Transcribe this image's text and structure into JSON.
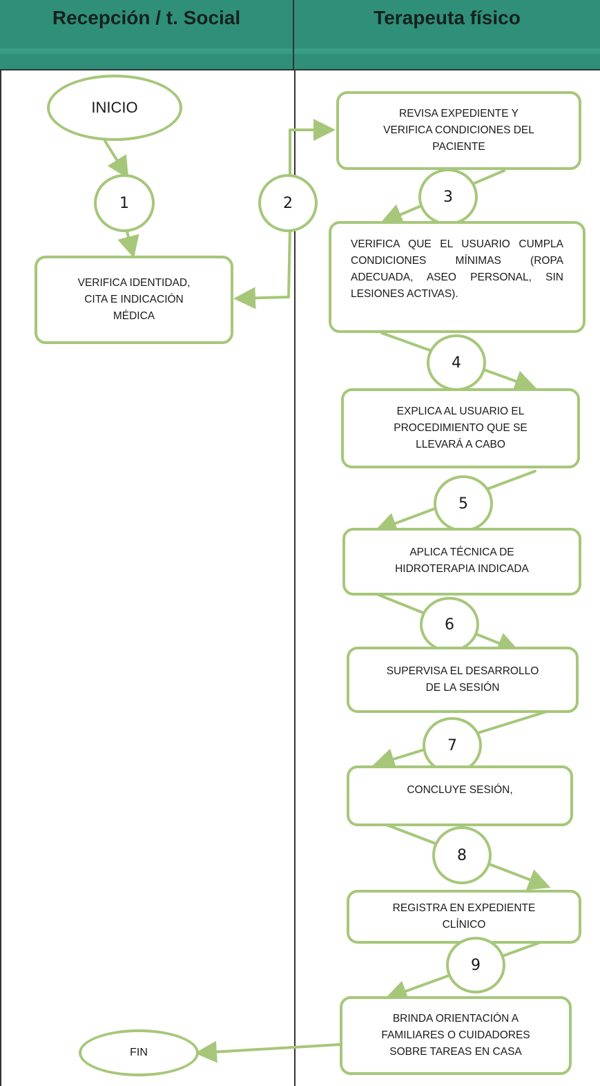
{
  "lanes": {
    "left": "Recepción / t. Social",
    "right": "Terapeuta físico"
  },
  "start": "INICIO",
  "end": "FIN",
  "steps": {
    "s1": {
      "number": "1",
      "text": "VERIFICA IDENTIDAD,\nCITA E INDICACIÓN\nMÉDICA"
    },
    "s2": {
      "number": "2",
      "text": "REVISA EXPEDIENTE Y\nVERIFICA CONDICIONES DEL\nPACIENTE"
    },
    "s3": {
      "number": "3",
      "text": "VERIFICA QUE EL USUARIO CUMPLA CONDICIONES MÍNIMAS (ROPA ADECUADA, ASEO PERSONAL, SIN LESIONES ACTIVAS)."
    },
    "s4": {
      "number": "4",
      "text": "EXPLICA AL USUARIO EL\nPROCEDIMIENTO QUE SE\nLLEVARÁ A CABO"
    },
    "s5": {
      "number": "5",
      "text": "APLICA TÉCNICA DE\nHIDROTERAPIA INDICADA"
    },
    "s6": {
      "number": "6",
      "text": "SUPERVISA EL DESARROLLO\nDE LA SESIÓN"
    },
    "s7": {
      "number": "7",
      "text": "CONCLUYE SESIÓN,"
    },
    "s8": {
      "number": "8",
      "text": "REGISTRA EN EXPEDIENTE\nCLÍNICO"
    },
    "s9": {
      "number": "9",
      "text": "BRINDA ORIENTACIÓN A\nFAMILIARES O CUIDADORES\nSOBRE TAREAS EN CASA"
    }
  },
  "colors": {
    "header": "#2f8f79",
    "shape_border": "#a6c77a",
    "arrow": "#a6c77a"
  }
}
